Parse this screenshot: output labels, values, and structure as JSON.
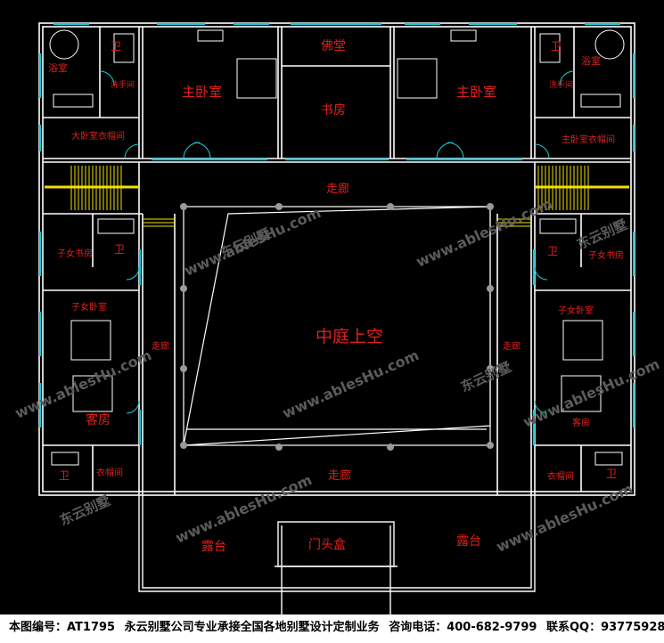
{
  "rooms": {
    "bath_left": "浴室",
    "bath_right": "浴室",
    "wc_top_left": "卫",
    "wc_top_right": "卫",
    "wash_left": "洗手间",
    "wash_right": "洗手间",
    "master_left": "主卧室",
    "master_right": "主卧室",
    "shrine": "佛堂",
    "study": "书房",
    "closet_left": "大卧室衣帽间",
    "closet_right": "主卧室衣帽间",
    "corridor_top": "走廊",
    "corridor_bottom": "走廊",
    "kids_study_left": "子女书房",
    "kids_study_right": "子女书房",
    "wc_mid_left": "卫",
    "wc_mid_right": "卫",
    "kids_bed_left": "子女卧室",
    "kids_bed_right": "子女卧室",
    "corridor_side_left": "走廊",
    "corridor_side_right": "走廊",
    "courtyard": "中庭上空",
    "guest_left": "客房",
    "guest_right": "客房",
    "wardrobe_left": "衣帽间",
    "wardrobe_right": "衣帽间",
    "wc_bottom_left": "卫",
    "wc_bottom_right": "卫",
    "terrace_left": "露台",
    "terrace_right": "露台",
    "gate": "门头盒"
  },
  "watermark": {
    "text": "www.ablesHu.com",
    "brand": "东云别墅"
  },
  "footer": {
    "label": "本图编号：AT1795",
    "company": "永云别墅公司专业承接全国各地别墅设计定制业务",
    "phone": "咨询电话：400-682-9799",
    "qq": "联系QQ：93775928"
  },
  "colors": {
    "wall": "#ffffff",
    "label": "#e0201c",
    "window": "#18c7d6",
    "stair": "#f2e200",
    "door": "#20d0e0"
  }
}
